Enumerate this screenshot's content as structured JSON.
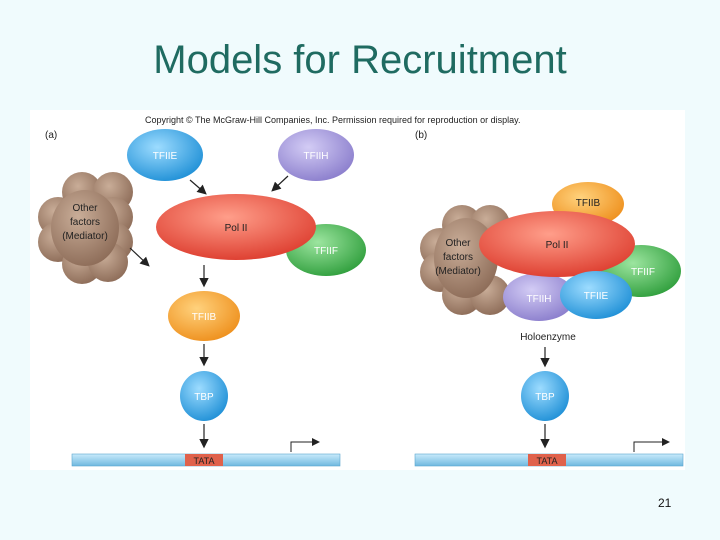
{
  "slide": {
    "title": "Models for Recruitment",
    "copyright": "Copyright © The McGraw-Hill Companies, Inc. Permission required for reproduction or display.",
    "page_number": "21"
  },
  "panel_a": {
    "label": "(a)",
    "tfiie": "TFIIE",
    "tfiih": "TFIIH",
    "pol2": "Pol II",
    "tfiif": "TFIIF",
    "mediator_line1": "Other",
    "mediator_line2": "factors",
    "mediator_line3": "(Mediator)",
    "tfiib": "TFIIB",
    "tbp": "TBP",
    "tata": "TATA"
  },
  "panel_b": {
    "label": "(b)",
    "tfiib": "TFIIB",
    "pol2": "Pol II",
    "tfiif": "TFIIF",
    "tfiih": "TFIIH",
    "tfiie": "TFIIE",
    "mediator_line1": "Other",
    "mediator_line2": "factors",
    "mediator_line3": "(Mediator)",
    "holoenzyme": "Holoenzyme",
    "tbp": "TBP",
    "tata": "TATA"
  },
  "colors": {
    "title": "#1f6b61",
    "tfiie_blue": "#2aa3e6",
    "tfiih_purple": "#9b8fd6",
    "pol2_red": "#e8463b",
    "tfiif_green": "#3fb24a",
    "tfiib_orange": "#f7a12c",
    "mediator_brown": "#9a7a66",
    "dna_blue": "#9fd3ef",
    "tata_red": "#e0614b"
  }
}
